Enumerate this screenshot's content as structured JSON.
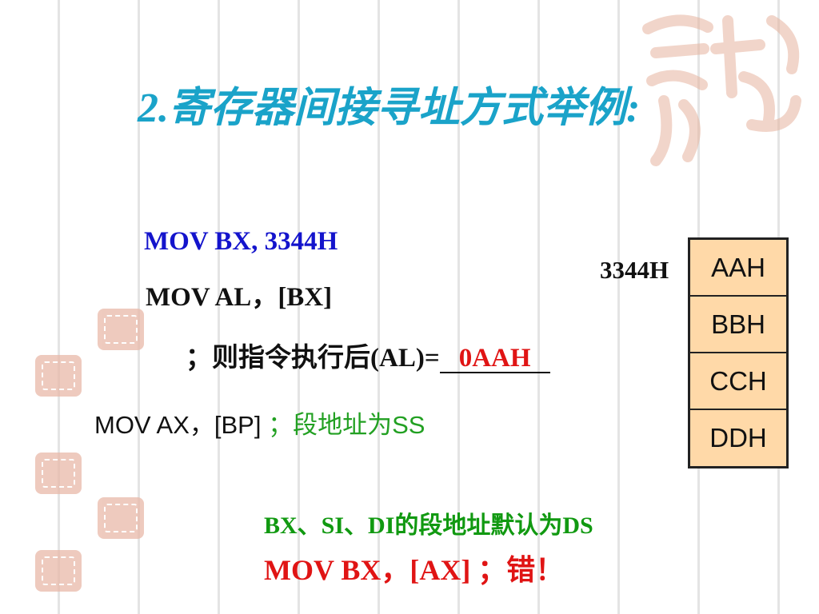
{
  "title": "2.寄存器间接寻址方式举例:",
  "code": {
    "line1": "MOV BX, 3344H",
    "line2": "MOV  AL，[BX]",
    "line3_prefix": "；则指令执行后(AL)=",
    "line3_answer": "0AAH",
    "line4_code": "MOV  AX，[BP]",
    "line4_comment": "；段地址为SS",
    "line5": "BX、SI、DI的段地址默认为DS",
    "line6": "MOV BX，[AX]   ；错！"
  },
  "memory": {
    "address": "3344H",
    "cells": [
      "AAH",
      "BBH",
      "CCH",
      "DDH"
    ]
  },
  "colors": {
    "title": "#1aa3c9",
    "blue_code": "#1414cc",
    "comment_green": "#22a022",
    "note_green": "#119911",
    "error_red": "#e01414",
    "cell_fill": "#ffd9a8"
  }
}
